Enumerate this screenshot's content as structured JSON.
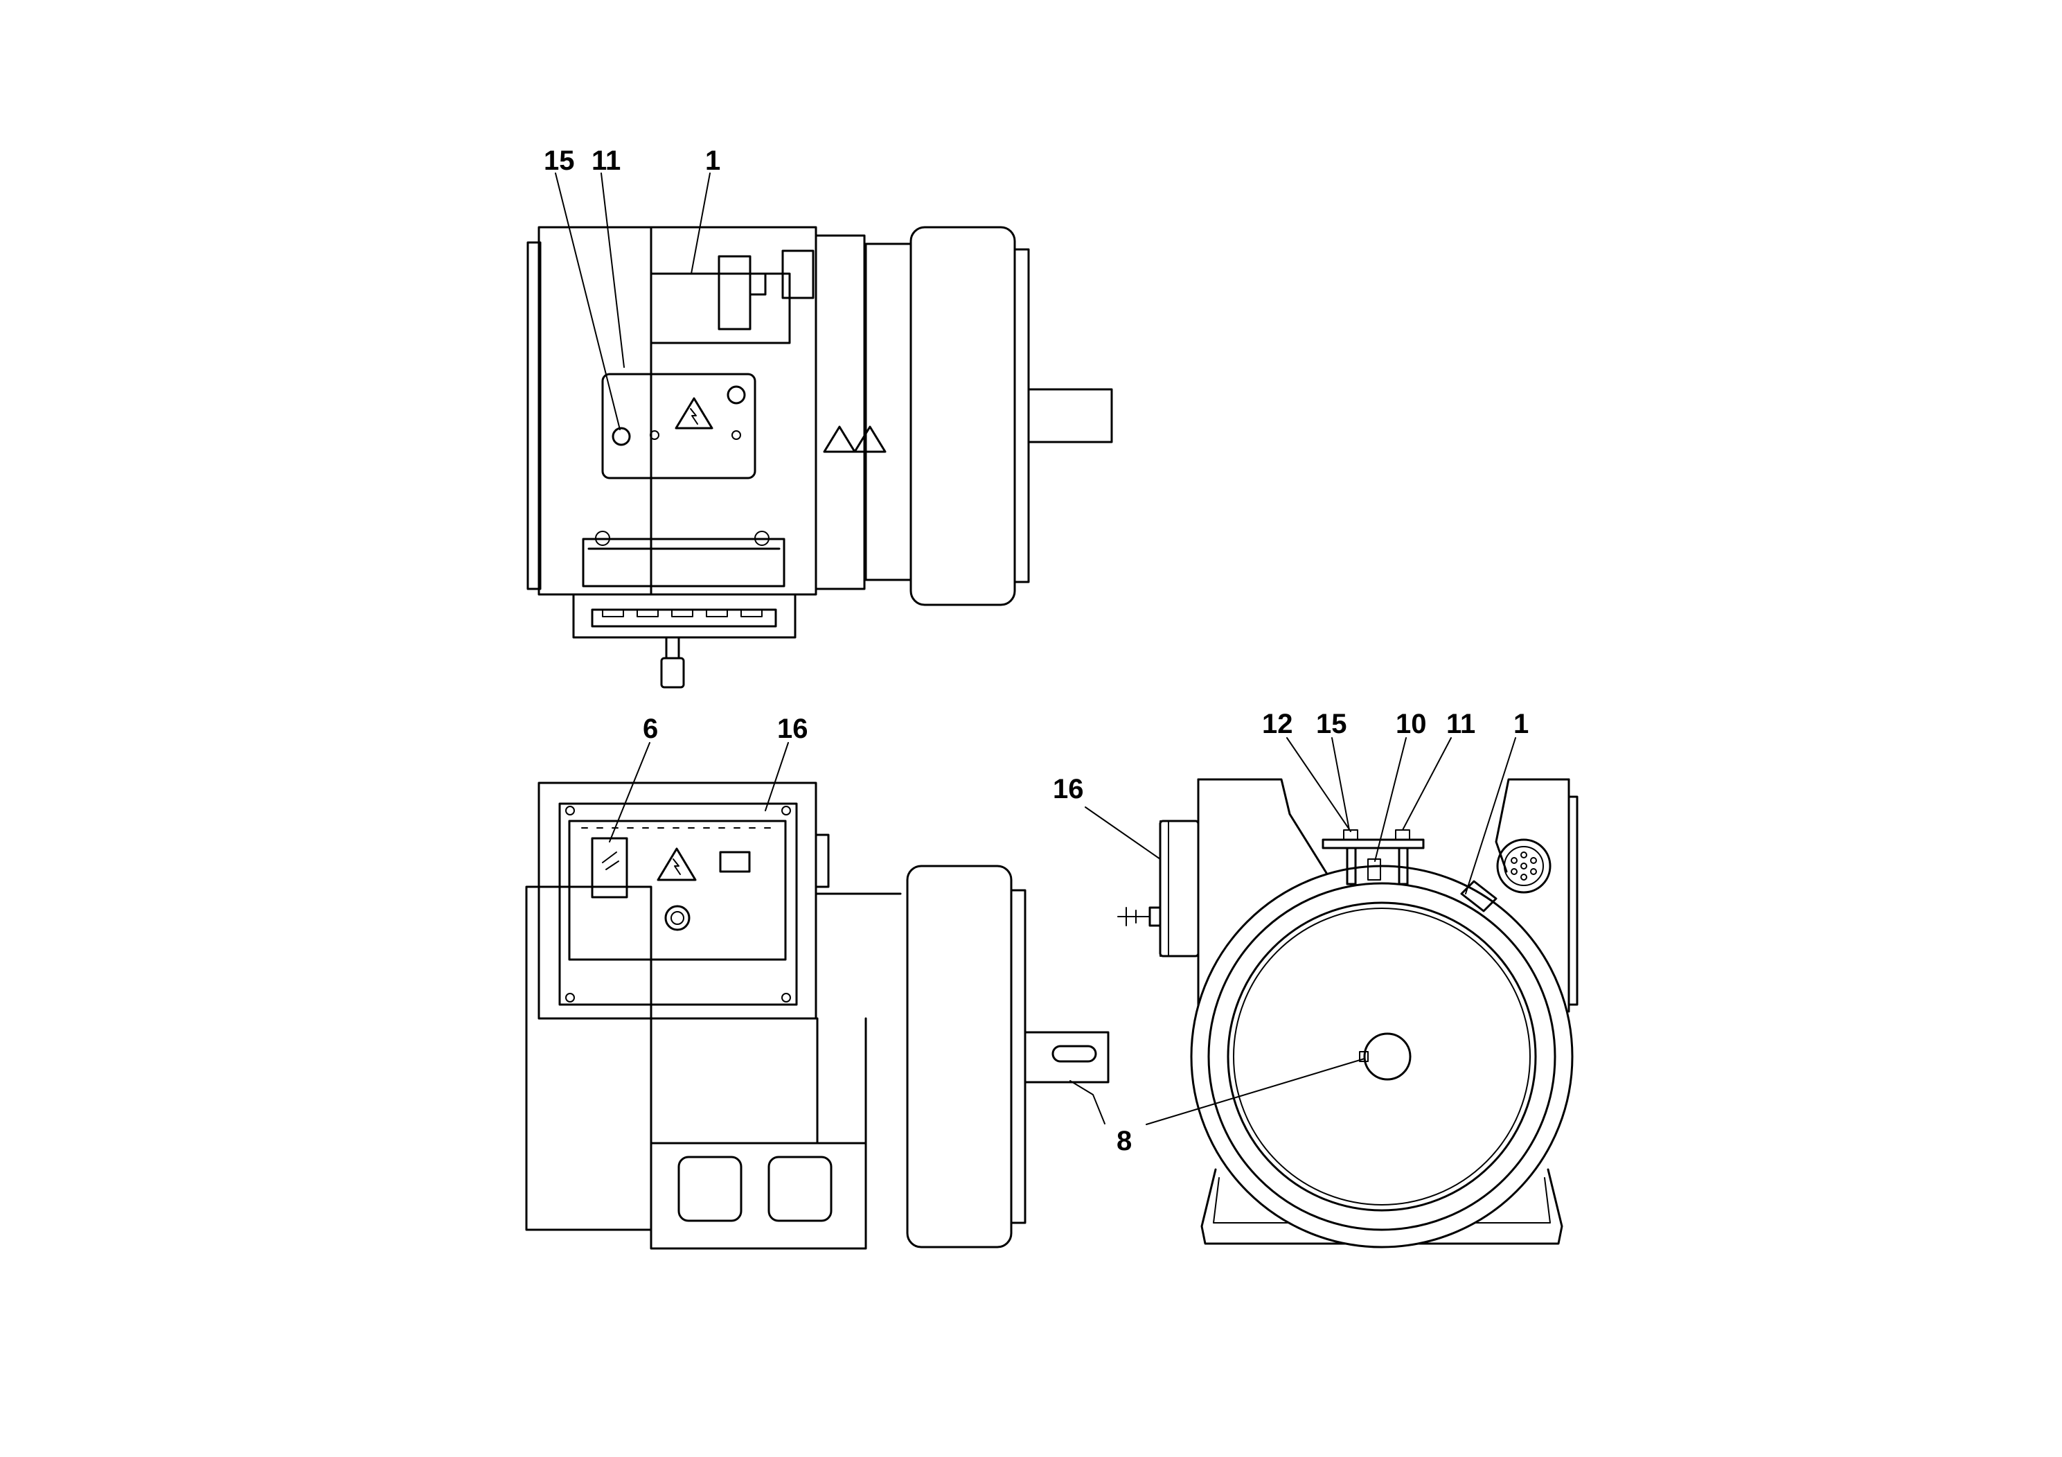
{
  "drawing": {
    "views": [
      {
        "id": "top-view",
        "callouts": [
          "15",
          "11",
          "1"
        ]
      },
      {
        "id": "side-view",
        "callouts": [
          "6",
          "16"
        ]
      },
      {
        "id": "end-view",
        "callouts": [
          "12",
          "15",
          "10",
          "11",
          "1",
          "16",
          "8"
        ]
      }
    ]
  },
  "labels": {
    "top": {
      "c15": "15",
      "c11": "11",
      "c1": "1"
    },
    "side": {
      "c6": "6",
      "c16": "16"
    },
    "end": {
      "c12": "12",
      "c15": "15",
      "c10": "10",
      "c11": "11",
      "c1": "1",
      "c16": "16",
      "c8": "8"
    }
  },
  "icons": [
    "high-voltage-warning-icon",
    "warning-triangle-icon",
    "key-icon",
    "connector-socket-icon"
  ],
  "colors": {
    "line": "#000000",
    "background": "#ffffff"
  }
}
